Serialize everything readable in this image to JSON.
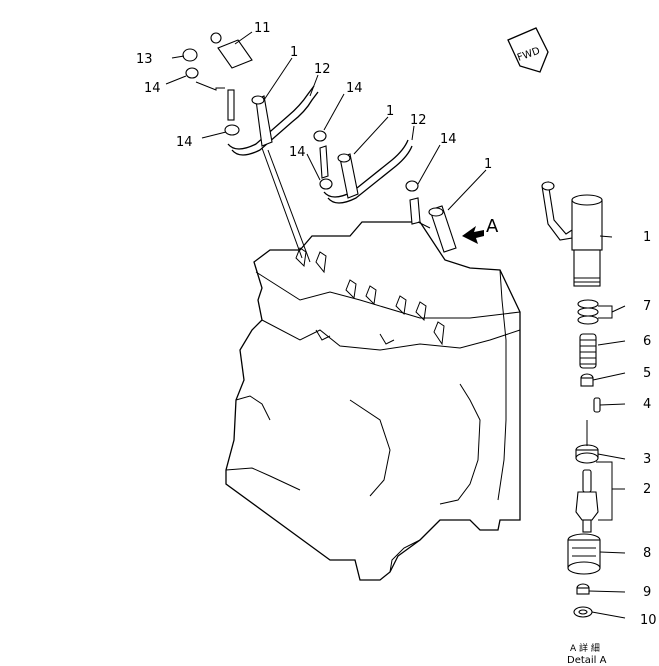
{
  "labels": {
    "l1a": "1",
    "l1b": "1",
    "l1c": "1",
    "l1d": "1",
    "l2": "2",
    "l3": "3",
    "l4": "4",
    "l5": "5",
    "l6": "6",
    "l7": "7",
    "l8": "8",
    "l9": "9",
    "l10": "10",
    "l11": "11",
    "l12a": "12",
    "l12b": "12",
    "l13": "13",
    "l14a": "14",
    "l14b": "14",
    "l14c": "14",
    "l14d": "14",
    "l14e": "14"
  },
  "view_marker": "A",
  "fwd_label": "FWD",
  "detail": {
    "glyphs": "A 詳 細",
    "caption": "Detail A"
  }
}
